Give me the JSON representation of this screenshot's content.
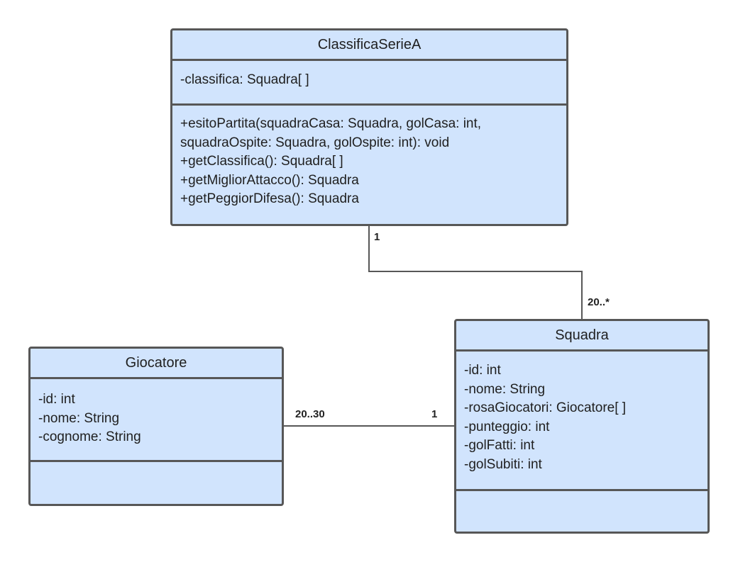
{
  "colors": {
    "class_fill": "#d1e4fd",
    "border": "#575757",
    "connector": "#575757"
  },
  "classes": {
    "classifica": {
      "name": "ClassificaSerieA",
      "attributes": [
        "-classifica: Squadra[ ]"
      ],
      "operations": [
        "+esitoPartita(squadraCasa: Squadra, golCasa: int,",
        "squadraOspite: Squadra, golOspite: int): void",
        "+getClassifica(): Squadra[ ]",
        "+getMigliorAttacco(): Squadra",
        "+getPeggiorDifesa(): Squadra"
      ]
    },
    "squadra": {
      "name": "Squadra",
      "attributes": [
        "-id: int",
        "-nome: String",
        "-rosaGiocatori: Giocatore[ ]",
        "-punteggio: int",
        "-golFatti: int",
        "-golSubiti: int"
      ],
      "operations": []
    },
    "giocatore": {
      "name": "Giocatore",
      "attributes": [
        "-id: int",
        "-nome: String",
        "-cognome: String"
      ],
      "operations": []
    }
  },
  "associations": {
    "classifica_squadra": {
      "source_multiplicity": "1",
      "target_multiplicity": "20..*"
    },
    "giocatore_squadra": {
      "source_multiplicity": "20..30",
      "target_multiplicity": "1"
    }
  }
}
